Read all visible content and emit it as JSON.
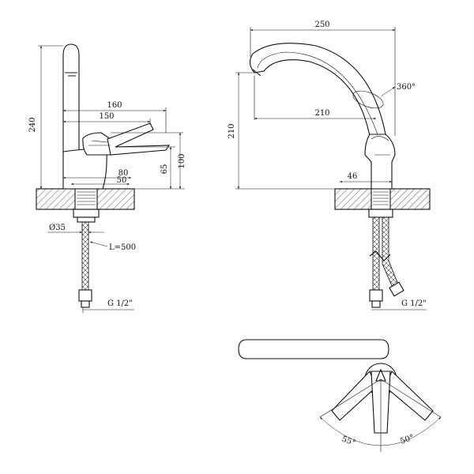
{
  "side_view": {
    "height_total": "240",
    "lever_length": "160",
    "lever_reach": "150",
    "body_height": "100",
    "lever_height": "65",
    "base_width": "80",
    "base_half": "50",
    "hose_diameter": "Ø35",
    "hose_length": "L=500",
    "thread": "G 1/2\""
  },
  "front_view": {
    "spout_width": "250",
    "spout_rotation": "360°",
    "spout_reach": "210",
    "spout_height": "210",
    "base_diameter": "46",
    "thread": "G 1/2\""
  },
  "top_view": {
    "angle_left": "55°",
    "angle_right": "50°"
  }
}
